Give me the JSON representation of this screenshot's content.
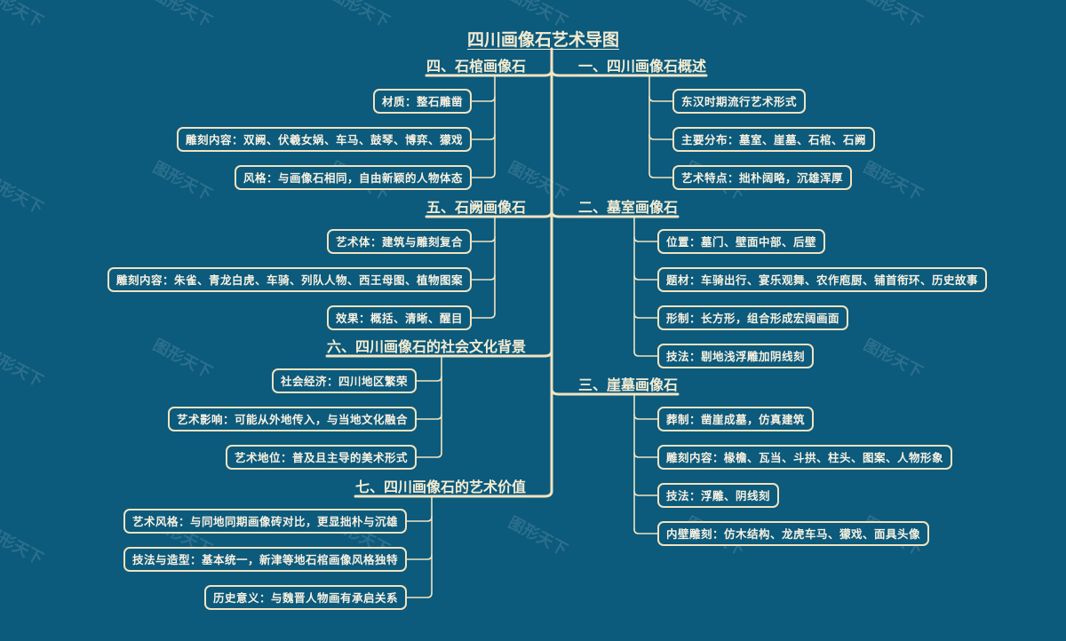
{
  "diagram": {
    "title": "四川画像石艺术导图",
    "watermark": "图形天下",
    "line_color": "#f1e3bf",
    "background": "#0c5a7c",
    "sections": [
      {
        "id": "s1",
        "label": "一、四川画像石概述",
        "children": [
          "东汉时期流行艺术形式",
          "主要分布：墓室、崖墓、石棺、石阙",
          "艺术特点：拙朴阔略，沉雄浑厚"
        ]
      },
      {
        "id": "s2",
        "label": "二、墓室画像石",
        "children": [
          "位置：墓门、壁面中部、后壁",
          "题材：车骑出行、宴乐观舞、农作庖厨、铺首衔环、历史故事",
          "形制：长方形，组合形成宏阔画面",
          "技法：剔地浅浮雕加阴线刻"
        ]
      },
      {
        "id": "s3",
        "label": "三、崖墓画像石",
        "children": [
          "葬制：凿崖成墓，仿真建筑",
          "雕刻内容：椽檐、瓦当、斗拱、柱头、图案、人物形象",
          "技法：浮雕、阴线刻",
          "内壁雕刻：仿木结构、龙虎车马、獴戏、面具头像"
        ]
      },
      {
        "id": "s4",
        "label": "四、石棺画像石",
        "children": [
          "材质：整石雕凿",
          "雕刻内容：双阙、伏羲女娲、车马、鼓琴、博弈、獴戏",
          "风格：与画像石相同，自由新颖的人物体态"
        ]
      },
      {
        "id": "s5",
        "label": "五、石阙画像石",
        "children": [
          "艺术体：建筑与雕刻复合",
          "雕刻内容：朱雀、青龙白虎、车骑、列队人物、西王母图、植物图案",
          "效果：概括、清晰、醒目"
        ]
      },
      {
        "id": "s6",
        "label": "六、四川画像石的社会文化背景",
        "children": [
          "社会经济：四川地区繁荣",
          "艺术影响：可能从外地传入，与当地文化融合",
          "艺术地位：普及且主导的美术形式"
        ]
      },
      {
        "id": "s7",
        "label": "七、四川画像石的艺术价值",
        "children": [
          "艺术风格：与同地同期画像砖对比，更显拙朴与沉雄",
          "技法与造型：基本统一，新津等地石棺画像风格独特",
          "历史意义：与魏晋人物画有承启关系"
        ]
      }
    ]
  }
}
